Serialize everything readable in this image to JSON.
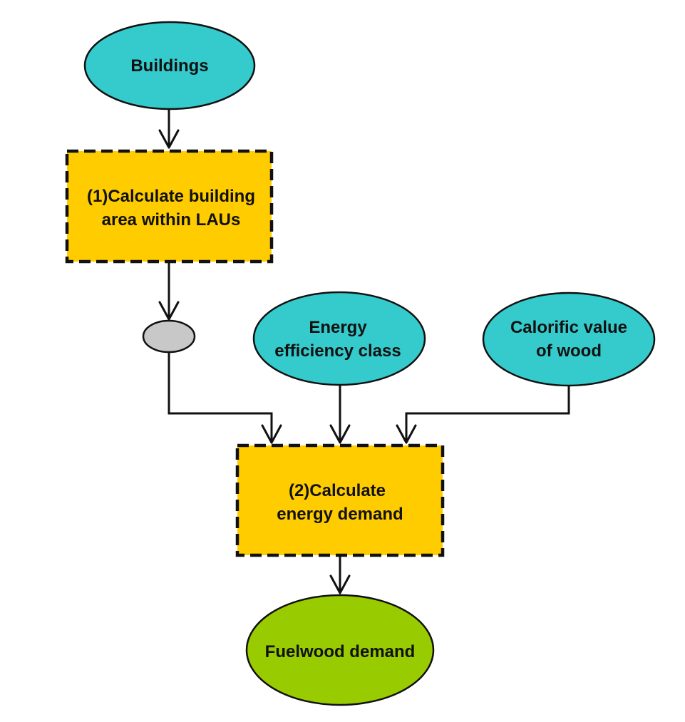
{
  "nodes": {
    "buildings": {
      "lines": [
        "Buildings"
      ],
      "shape": "ellipse",
      "color": "#35CBCD"
    },
    "process1": {
      "lines": [
        "(1)Calculate building",
        "area within LAUs"
      ],
      "shape": "dashed-rectangle",
      "color": "#FFCC00"
    },
    "intermediate": {
      "shape": "ellipse",
      "color": "#C8C8C8"
    },
    "energy_efficiency": {
      "lines": [
        "Energy",
        "efficiency class"
      ],
      "shape": "ellipse",
      "color": "#35CBCD"
    },
    "calorific_value": {
      "lines": [
        "Calorific value",
        "of wood"
      ],
      "shape": "ellipse",
      "color": "#35CBCD"
    },
    "process2": {
      "lines": [
        "(2)Calculate",
        "energy demand"
      ],
      "shape": "dashed-rectangle",
      "color": "#FFCC00"
    },
    "fuelwood_demand": {
      "lines": [
        "Fuelwood demand"
      ],
      "shape": "ellipse",
      "color": "#99CC00"
    }
  },
  "edges": [
    {
      "from": "buildings",
      "to": "process1"
    },
    {
      "from": "process1",
      "to": "intermediate"
    },
    {
      "from": "intermediate",
      "to": "process2"
    },
    {
      "from": "energy_efficiency",
      "to": "process2"
    },
    {
      "from": "calorific_value",
      "to": "process2"
    },
    {
      "from": "process2",
      "to": "fuelwood_demand"
    }
  ],
  "colors": {
    "line": "#111111",
    "text": "#111111",
    "dash_border": "#111111"
  }
}
